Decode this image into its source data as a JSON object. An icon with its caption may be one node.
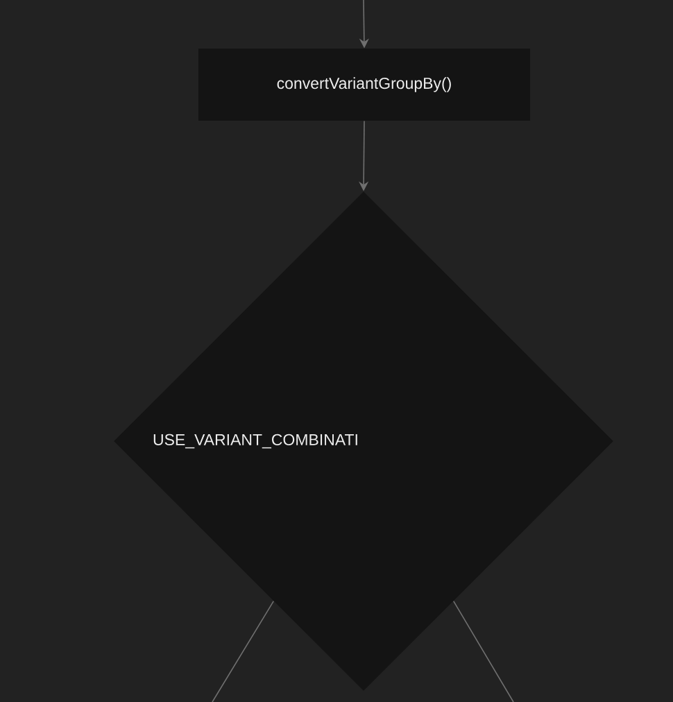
{
  "diagram": {
    "nodes": [
      {
        "text": [
          "convertVariantGroupBy()"
        ]
      },
      {
        "text": [
          "USE_VARIANT_COMBINATI"
        ]
      }
    ],
    "edges": [
      {
        "from": null,
        "to": 0,
        "arrow": "to"
      },
      {
        "from": 0,
        "to": 1,
        "arrow": "to"
      },
      {
        "from": 1,
        "to": null,
        "arrow": "none"
      },
      {
        "from": 1,
        "to": null,
        "arrow": "none"
      }
    ]
  }
}
